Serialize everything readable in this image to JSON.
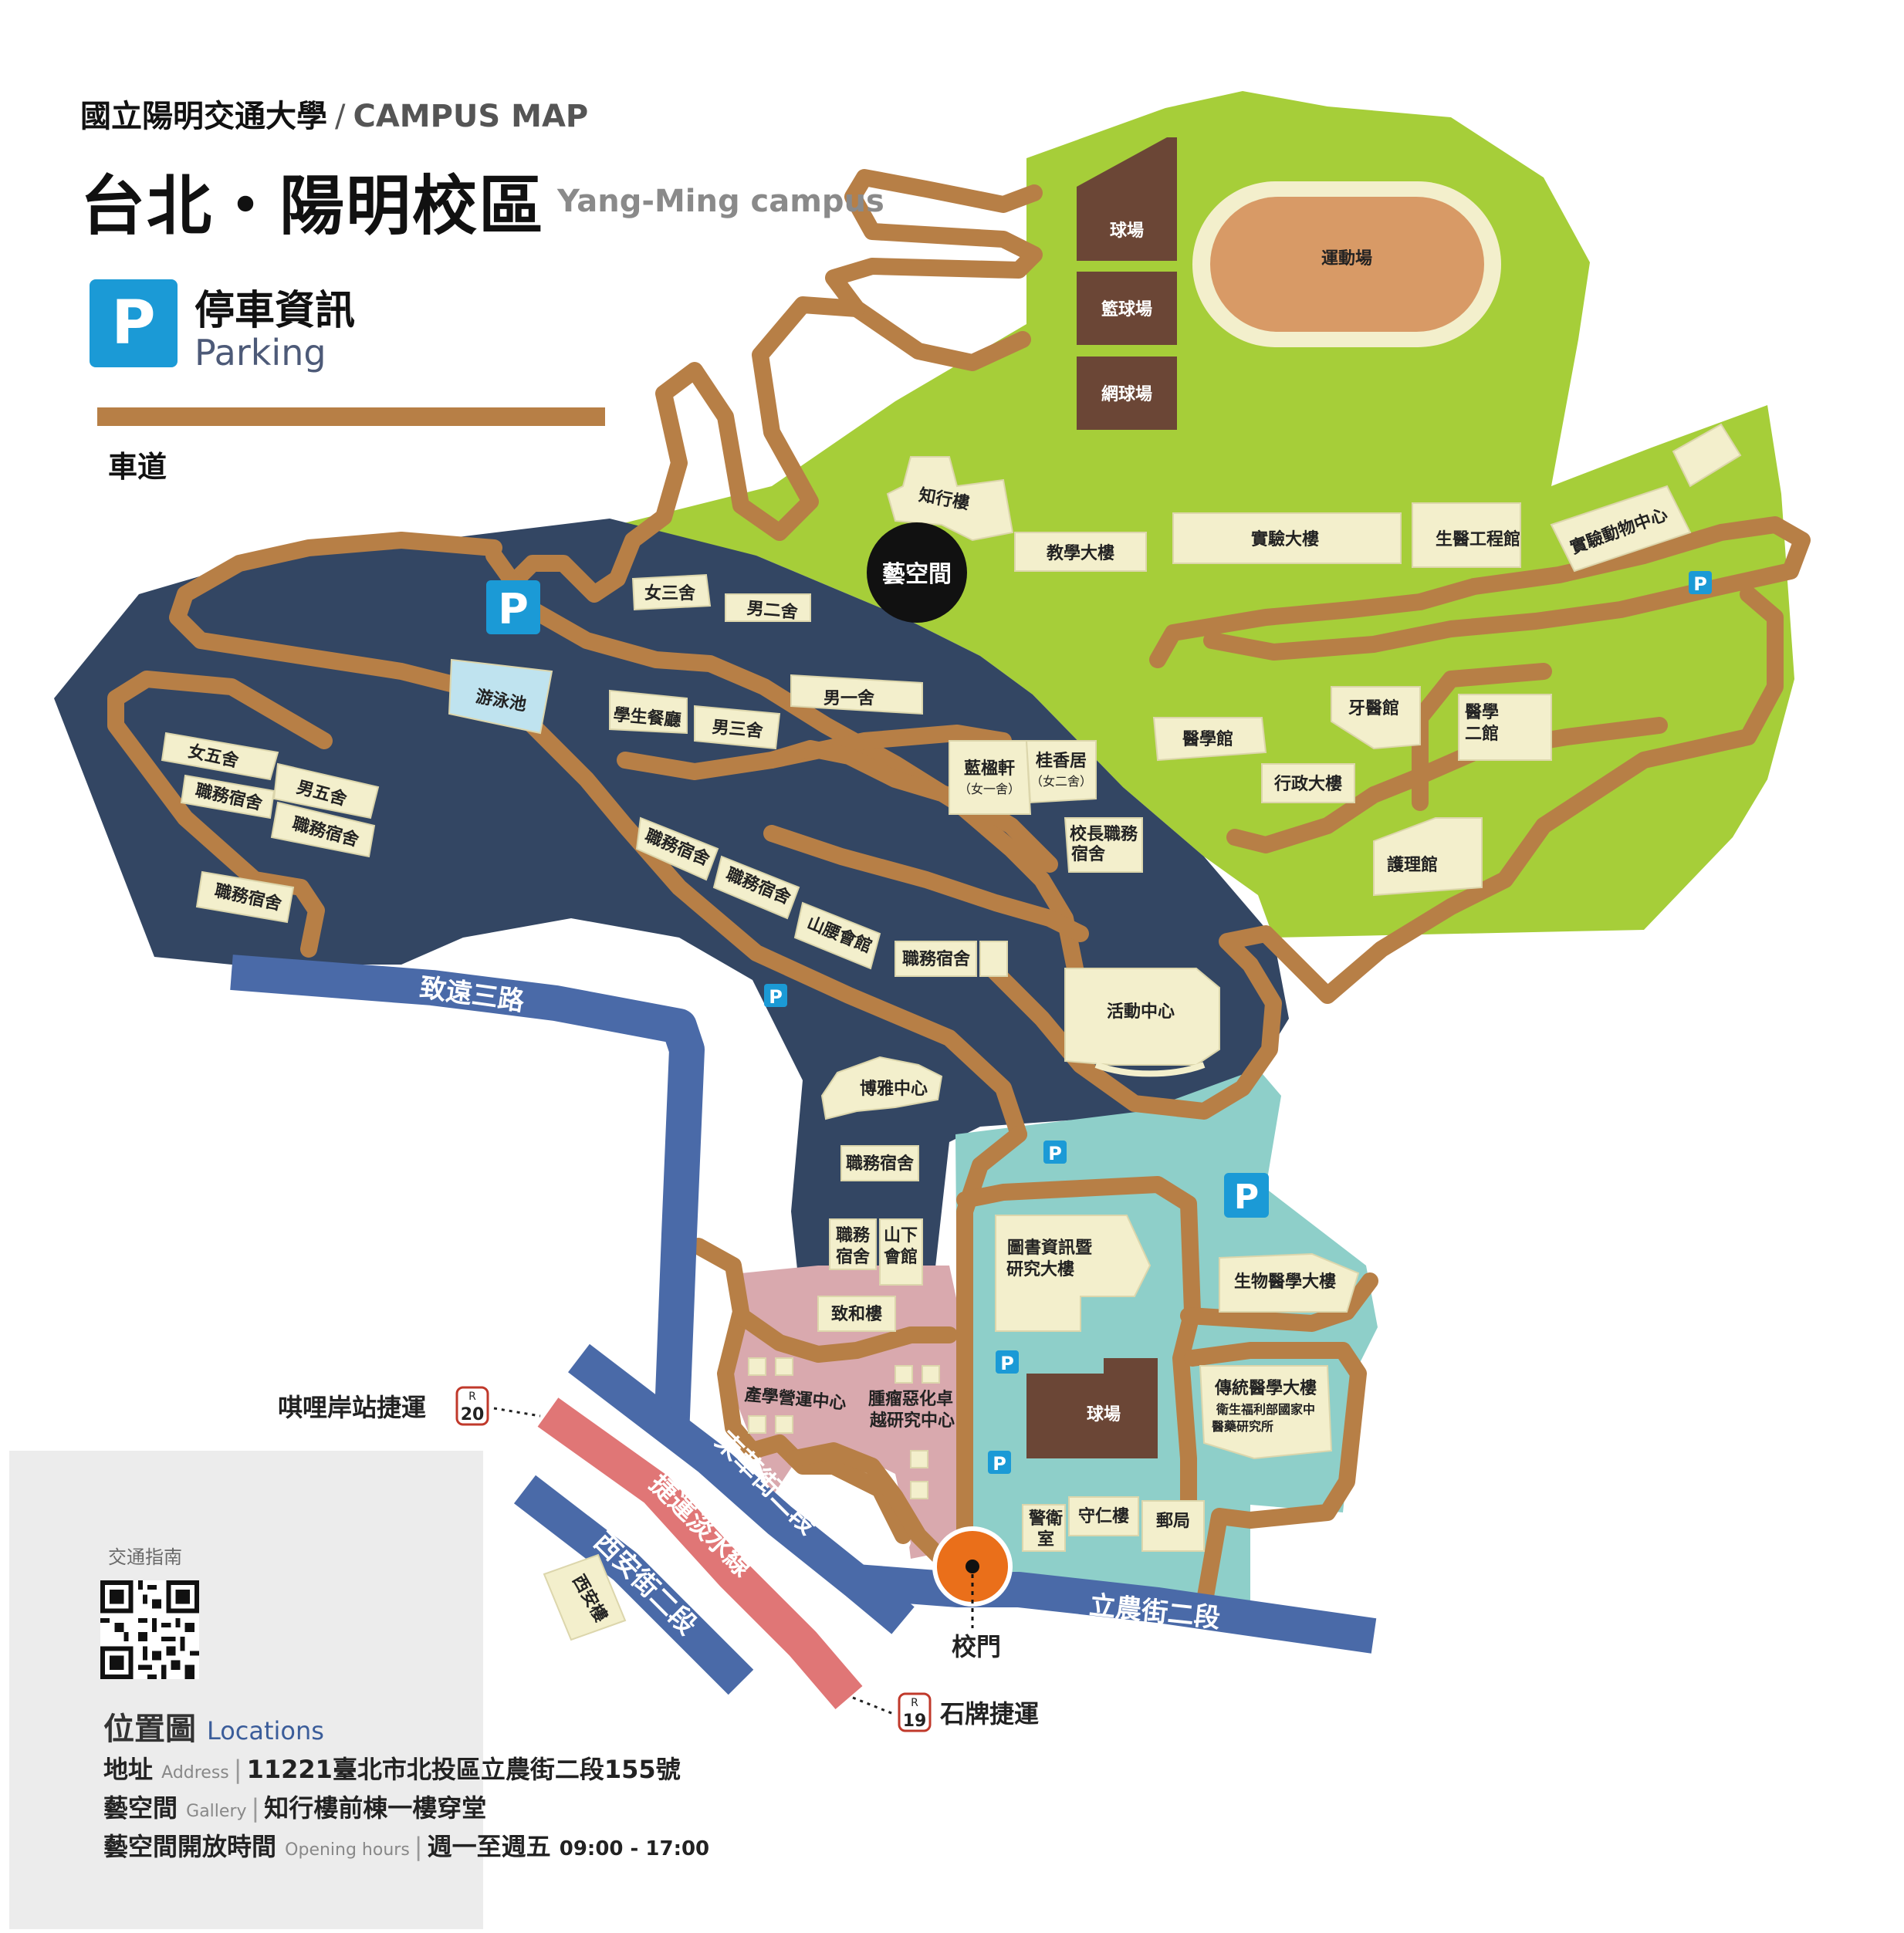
{
  "header": {
    "university": "國立陽明交通大學",
    "separator": "/",
    "map_label": "CAMPUS MAP",
    "campus_title": "台北・陽明校區",
    "campus_subtitle": "Yang-Ming campus"
  },
  "legend": {
    "parking_symbol": "P",
    "parking_label": "停車資訊",
    "parking_label_en": "Parking",
    "road_label": "車道"
  },
  "colors": {
    "green_zone": "#a6ce39",
    "navy_zone": "#334663",
    "teal_zone": "#8ecfc9",
    "pink_zone": "#d9a9ae",
    "road": "#b77f46",
    "building": "#f3efcc",
    "court": "#6b4636",
    "track": "#d89a66",
    "street": "#4a6aa8",
    "mrt_line": "#e07676",
    "parking": "#1b9ad6",
    "gate": "#ea6f1a"
  },
  "buildings": {
    "ballcourt_top": "球場",
    "basketball": "籃球場",
    "tennis": "網球場",
    "stadium": "運動場",
    "zhixing": "知行樓",
    "art_space": "藝空間",
    "teaching": "教學大樓",
    "lab": "實驗大樓",
    "biomed_eng": "生醫工程館",
    "animal_center": "實驗動物中心",
    "girls3": "女三舍",
    "boys2": "男二舍",
    "pool": "游泳池",
    "boys1": "男一舍",
    "canteen": "學生餐廳",
    "boys3": "男三舍",
    "girls5": "女五舍",
    "boys5": "男五舍",
    "staff_dorm": "職務宿舍",
    "lanxie": "藍楹軒",
    "lanxie_sub": "（女一舍）",
    "guixiang": "桂香居",
    "guixiang_sub": "（女二舍）",
    "medicine": "醫學館",
    "dental": "牙醫館",
    "medicine2_a": "醫學",
    "medicine2_b": "二館",
    "admin": "行政大樓",
    "president_a": "校長職務",
    "president_b": "宿舍",
    "nursing": "護理館",
    "mountain_hall": "山腰會館",
    "activity": "活動中心",
    "boya": "博雅中心",
    "staff_a": "職務",
    "staff_b": "宿舍",
    "shanxia_a": "山下",
    "shanxia_b": "會館",
    "zhihe": "致和樓",
    "library_a": "圖書資訊暨",
    "library_b": "研究大樓",
    "biomedical": "生物醫學大樓",
    "industry": "產學營運中心",
    "tumor_a": "腫瘤惡化卓",
    "tumor_b": "越研究中心",
    "ballcourt_bottom": "球場",
    "traditional": "傳統醫學大樓",
    "traditional_sub_a": "衛生福利部國家中",
    "traditional_sub_b": "醫藥研究所",
    "guard_a": "警衛",
    "guard_b": "室",
    "shouren": "守仁樓",
    "post": "郵局",
    "xian_building": "西安樓"
  },
  "streets": {
    "zhiyuan": "致遠三路",
    "donghua": "東華街二段",
    "mrt": "捷運淡水線",
    "xian": "西安街二段",
    "linong": "立農街二段"
  },
  "stations": {
    "qilian": "唭哩岸站捷運",
    "qilian_code_r": "R",
    "qilian_code_n": "20",
    "shipai": "石牌捷運",
    "shipai_code_r": "R",
    "shipai_code_n": "19",
    "gate": "校門"
  },
  "info": {
    "transport_title": "交通指南",
    "location_title": "位置圖",
    "location_title_en": "Locations",
    "address_label": "地址",
    "address_label_en": "Address",
    "address_value": "11221臺北市北投區立農街二段155號",
    "gallery_label": "藝空間",
    "gallery_label_en": "Gallery",
    "gallery_value": "知行樓前棟一樓穿堂",
    "hours_label": "藝空間開放時間",
    "hours_label_en": "Opening hours",
    "hours_days": "週一至週五",
    "hours_time": "09:00 - 17:00",
    "bar": "|"
  }
}
